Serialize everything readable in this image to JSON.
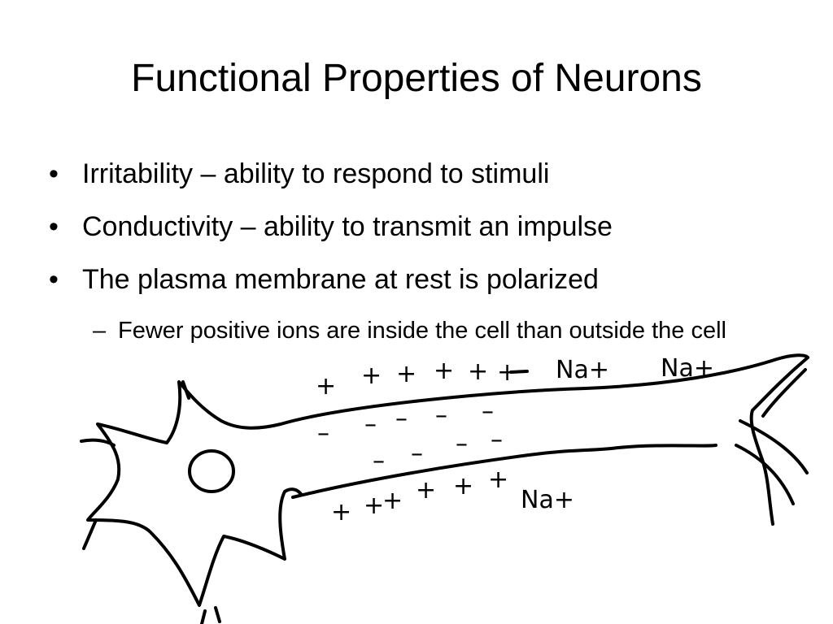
{
  "slide": {
    "title": "Functional Properties of Neurons",
    "bullet_symbol": "•",
    "dash_symbol": "–",
    "bullets": [
      {
        "text": "Irritability – ability to respond to stimuli"
      },
      {
        "text": "Conductivity – ability to transmit an impulse"
      },
      {
        "text": "The plasma membrane at rest is polarized"
      }
    ],
    "sub_bullet": {
      "text": "Fewer positive ions are inside the cell than outside the cell"
    }
  },
  "sketch": {
    "top_plus": "+",
    "inside_minus": "–",
    "bottom_plus": "+",
    "sodium_label_1": "Na+",
    "sodium_label_2": "Na+",
    "sodium_label_3": "Na+"
  }
}
